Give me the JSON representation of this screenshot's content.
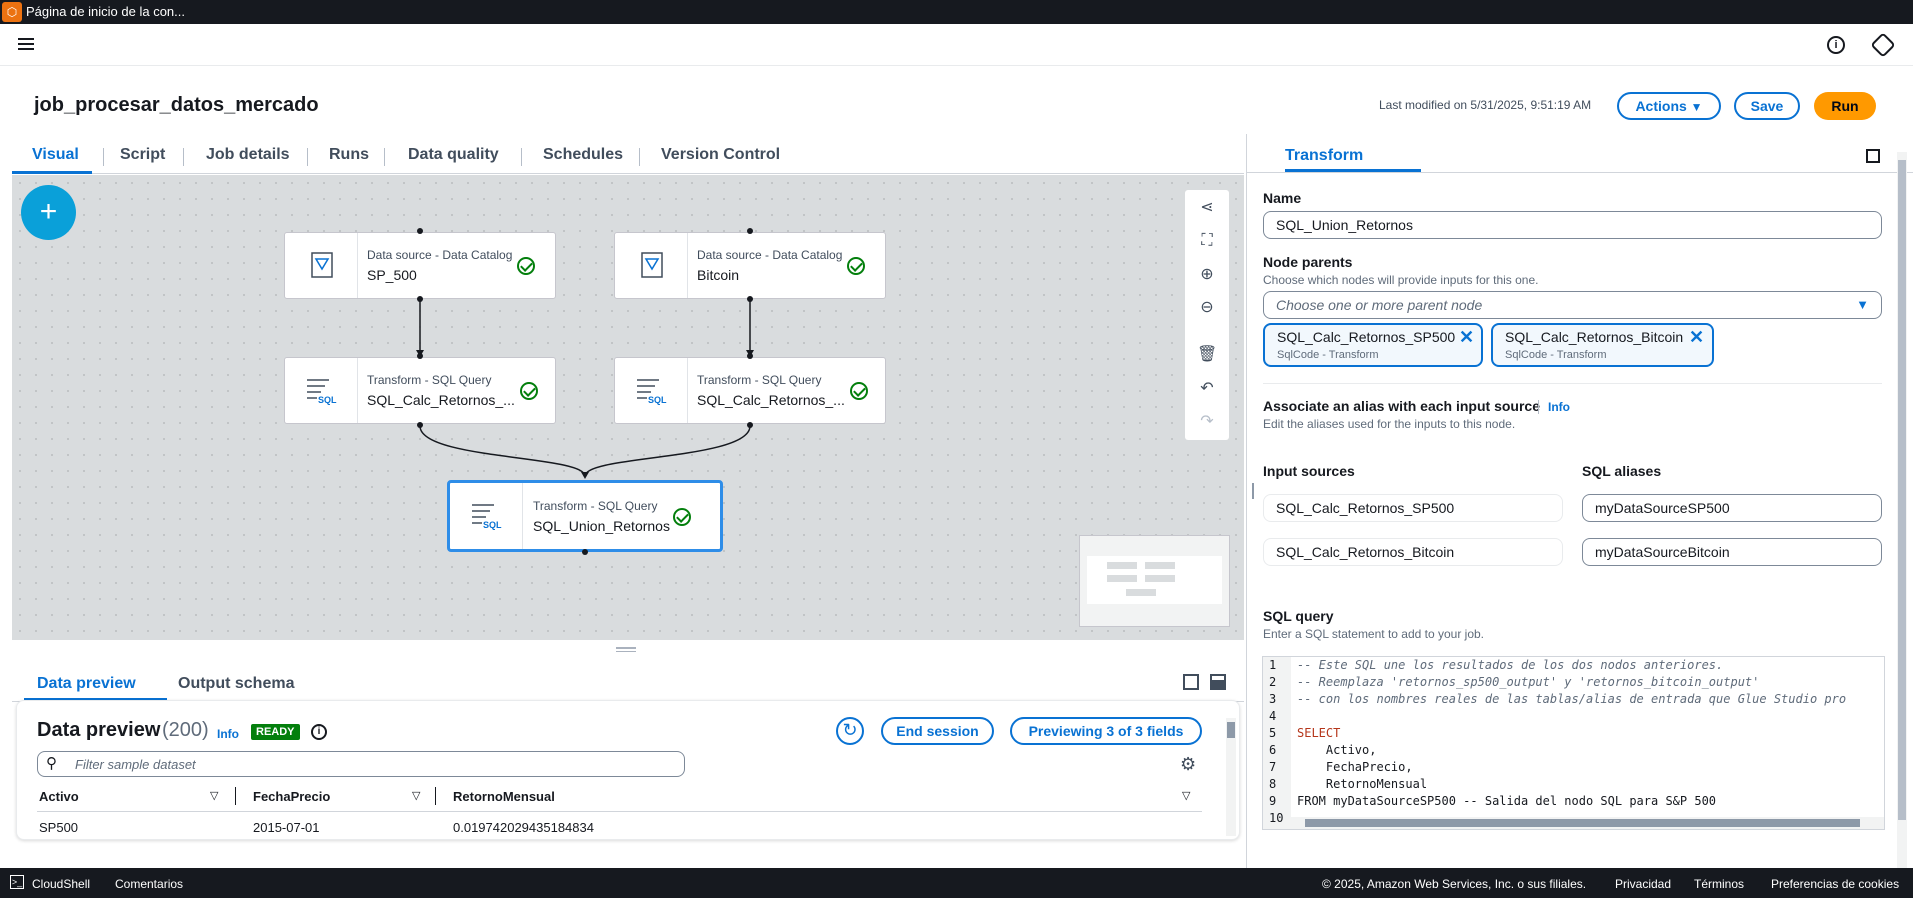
{
  "browser": {
    "tab_title": "Página de inicio de la con..."
  },
  "job": {
    "title": "job_procesar_datos_mercado",
    "last_modified": "Last modified on 5/31/2025, 9:51:19 AM",
    "actions_label": "Actions",
    "save_label": "Save",
    "run_label": "Run"
  },
  "tabs": [
    "Visual",
    "Script",
    "Job details",
    "Runs",
    "Data quality",
    "Schedules",
    "Version Control"
  ],
  "nodes": [
    {
      "kind": "Data source - Data Catalog",
      "name": "SP_500"
    },
    {
      "kind": "Data source - Data Catalog",
      "name": "Bitcoin"
    },
    {
      "kind": "Transform - SQL Query",
      "name": "SQL_Calc_Retornos_..."
    },
    {
      "kind": "Transform - SQL Query",
      "name": "SQL_Calc_Retornos_..."
    },
    {
      "kind": "Transform - SQL Query",
      "name": "SQL_Union_Retornos"
    }
  ],
  "canvas": {
    "add_label": "+"
  },
  "bottom_tabs": [
    "Data preview",
    "Output schema"
  ],
  "preview": {
    "title": "Data preview",
    "count": "(200)",
    "info": "Info",
    "status": "READY",
    "end_session": "End session",
    "previewing": "Previewing 3 of 3 fields",
    "search_placeholder": "Filter sample dataset",
    "columns": [
      "Activo",
      "FechaPrecio",
      "RetornoMensual"
    ],
    "row": [
      "SP500",
      "2015-07-01",
      "0.019742029435184834"
    ]
  },
  "panel": {
    "tab": "Transform",
    "name_label": "Name",
    "name_value": "SQL_Union_Retornos",
    "parents_label": "Node parents",
    "parents_desc": "Choose which nodes will provide inputs for this one.",
    "parents_placeholder": "Choose one or more parent node",
    "tokens": [
      {
        "name": "SQL_Calc_Retornos_SP500",
        "sub": "SqlCode - Transform"
      },
      {
        "name": "SQL_Calc_Retornos_Bitcoin",
        "sub": "SqlCode - Transform"
      }
    ],
    "alias_label": "Associate an alias with each input source",
    "alias_info": "Info",
    "alias_desc": "Edit the aliases used for the inputs to this node.",
    "input_sources_label": "Input sources",
    "sql_aliases_label": "SQL aliases",
    "inputs": [
      "SQL_Calc_Retornos_SP500",
      "SQL_Calc_Retornos_Bitcoin"
    ],
    "aliases": [
      "myDataSourceSP500",
      "myDataSourceBitcoin"
    ],
    "sql_label": "SQL query",
    "sql_desc": "Enter a SQL statement to add to your job.",
    "code": [
      "-- Este SQL une los resultados de los dos nodos anteriores.",
      "-- Reemplaza 'retornos_sp500_output' y 'retornos_bitcoin_output'",
      "-- con los nombres reales de las tablas/alias de entrada que Glue Studio pro",
      "",
      "SELECT",
      "    Activo,",
      "    FechaPrecio,",
      "    RetornoMensual",
      "FROM myDataSourceSP500 -- Salida del nodo SQL para S&P 500",
      ""
    ]
  },
  "footer": {
    "cloudshell": "CloudShell",
    "comments": "Comentarios",
    "copyright": "© 2025, Amazon Web Services, Inc. o sus filiales.",
    "privacy": "Privacidad",
    "terms": "Términos",
    "cookies": "Preferencias de cookies"
  }
}
